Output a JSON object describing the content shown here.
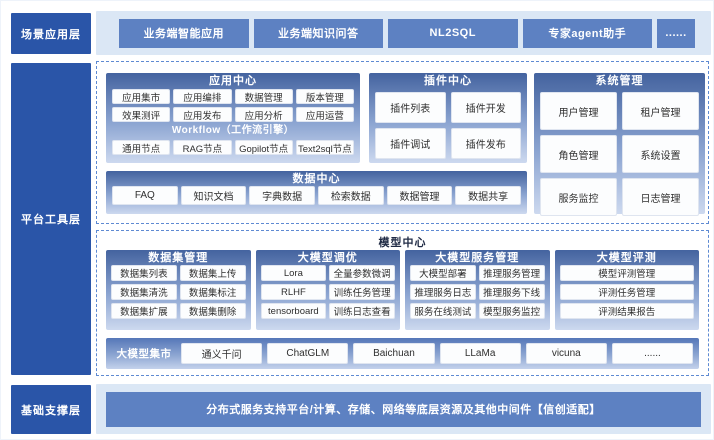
{
  "colors": {
    "layer_label_bg": "#2a55a8",
    "band_bg": "#dbe7f5",
    "blue_pill_bg": "#5d81c2",
    "panel_gradient_top": "#44639f",
    "panel_gradient_bottom": "#cdd9ef",
    "dashed_border": "#5e8ad2"
  },
  "layer_labels": {
    "scene": "场景应用层",
    "platform": "平台工具层",
    "infra": "基础支撑层"
  },
  "scene_apps": [
    "业务端智能应用",
    "业务端知识问答",
    "NL2SQL",
    "专家agent助手",
    "......"
  ],
  "app_center": {
    "title": "应用中心",
    "items": [
      "应用集市",
      "应用编排",
      "数据管理",
      "版本管理",
      "效果测评",
      "应用发布",
      "应用分析",
      "应用运营"
    ],
    "workflow_title": "Workflow（工作流引擎）",
    "workflow_nodes": [
      "通用节点",
      "RAG节点",
      "Gopilot节点",
      "Text2sql节点"
    ]
  },
  "plugin_center": {
    "title": "插件中心",
    "items": [
      "插件列表",
      "插件开发",
      "插件调试",
      "插件发布"
    ]
  },
  "system_mgmt": {
    "title": "系统管理",
    "items": [
      "用户管理",
      "租户管理",
      "角色管理",
      "系统设置",
      "服务监控",
      "日志管理"
    ]
  },
  "data_center": {
    "title": "数据中心",
    "items": [
      "FAQ",
      "知识文档",
      "字典数据",
      "检索数据",
      "数据管理",
      "数据共享"
    ]
  },
  "model_center": {
    "title": "模型中心",
    "dataset": {
      "title": "数据集管理",
      "items": [
        "数据集列表",
        "数据集上传",
        "数据集清洗",
        "数据集标注",
        "数据集扩展",
        "数据集删除"
      ]
    },
    "tuning": {
      "title": "大模型调优",
      "items": [
        "Lora",
        "全量参数微调",
        "RLHF",
        "训练任务管理",
        "tensorboard",
        "训练日志查看"
      ]
    },
    "serving": {
      "title": "大模型服务管理",
      "items": [
        "大模型部署",
        "推理服务管理",
        "推理服务日志",
        "推理服务下线",
        "服务在线测试",
        "模型服务监控"
      ]
    },
    "eval": {
      "title": "大模型评测",
      "items": [
        "模型评测管理",
        "评测任务管理",
        "评测结果报告"
      ]
    }
  },
  "model_market": {
    "label": "大模型集市",
    "items": [
      "通义千问",
      "ChatGLM",
      "Baichuan",
      "LLaMa",
      "vicuna",
      "......"
    ]
  },
  "infra_content": "分布式服务支持平台/计算、存储、网络等底层资源及其他中间件【信创适配】"
}
